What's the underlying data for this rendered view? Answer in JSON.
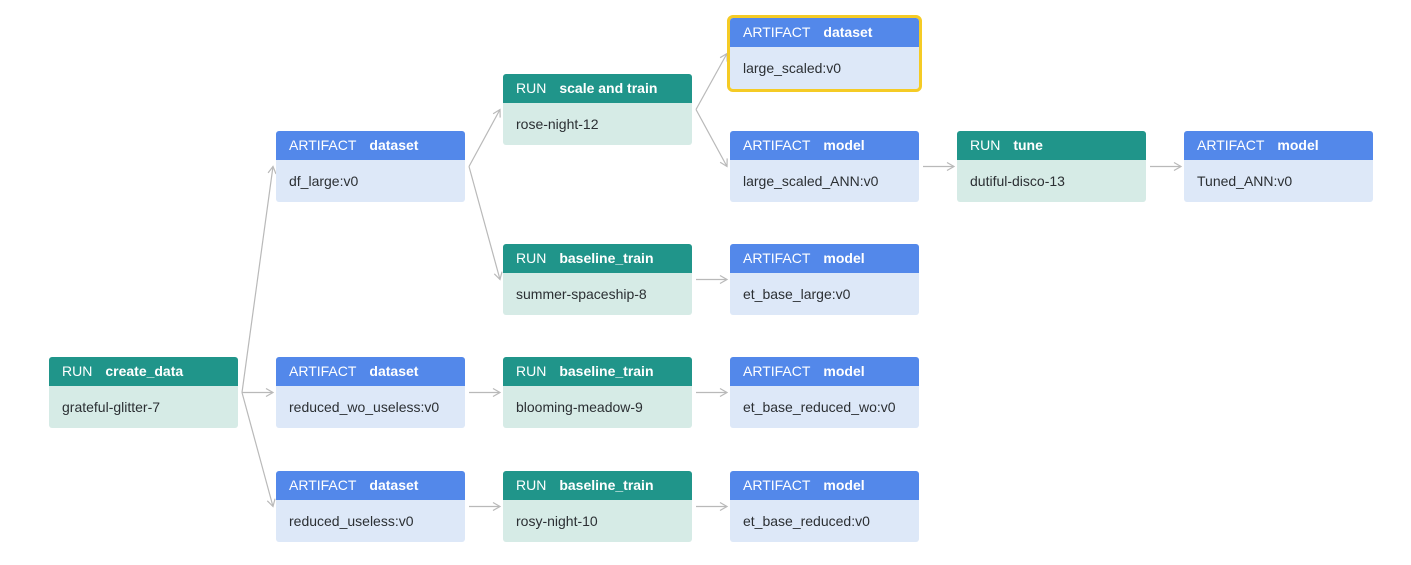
{
  "colors": {
    "run_header": "#20958a",
    "run_body": "#d6ebe6",
    "artifact_header": "#5388ea",
    "artifact_body": "#dde8f8",
    "selected_outline": "#f5cb25",
    "edge": "#b9b9b9"
  },
  "nodes": [
    {
      "id": "n0",
      "kind": "RUN",
      "job": "create_data",
      "name": "grateful-glitter-7",
      "selected": false
    },
    {
      "id": "n1",
      "kind": "ARTIFACT",
      "job": "dataset",
      "name": "df_large:v0",
      "selected": false
    },
    {
      "id": "n2",
      "kind": "ARTIFACT",
      "job": "dataset",
      "name": "reduced_wo_useless:v0",
      "selected": false
    },
    {
      "id": "n3",
      "kind": "ARTIFACT",
      "job": "dataset",
      "name": "reduced_useless:v0",
      "selected": false
    },
    {
      "id": "n4",
      "kind": "RUN",
      "job": "scale and train",
      "name": "rose-night-12",
      "selected": false
    },
    {
      "id": "n5",
      "kind": "RUN",
      "job": "baseline_train",
      "name": "summer-spaceship-8",
      "selected": false
    },
    {
      "id": "n6",
      "kind": "RUN",
      "job": "baseline_train",
      "name": "blooming-meadow-9",
      "selected": false
    },
    {
      "id": "n7",
      "kind": "RUN",
      "job": "baseline_train",
      "name": "rosy-night-10",
      "selected": false
    },
    {
      "id": "n8",
      "kind": "ARTIFACT",
      "job": "dataset",
      "name": "large_scaled:v0",
      "selected": true
    },
    {
      "id": "n9",
      "kind": "ARTIFACT",
      "job": "model",
      "name": "large_scaled_ANN:v0",
      "selected": false
    },
    {
      "id": "n10",
      "kind": "ARTIFACT",
      "job": "model",
      "name": "et_base_large:v0",
      "selected": false
    },
    {
      "id": "n11",
      "kind": "ARTIFACT",
      "job": "model",
      "name": "et_base_reduced_wo:v0",
      "selected": false
    },
    {
      "id": "n12",
      "kind": "ARTIFACT",
      "job": "model",
      "name": "et_base_reduced:v0",
      "selected": false
    },
    {
      "id": "n13",
      "kind": "RUN",
      "job": "tune",
      "name": "dutiful-disco-13",
      "selected": false
    },
    {
      "id": "n14",
      "kind": "ARTIFACT",
      "job": "model",
      "name": "Tuned_ANN:v0",
      "selected": false
    }
  ],
  "edges": [
    {
      "from": "n0",
      "to": "n1"
    },
    {
      "from": "n0",
      "to": "n2"
    },
    {
      "from": "n0",
      "to": "n3"
    },
    {
      "from": "n1",
      "to": "n4"
    },
    {
      "from": "n1",
      "to": "n5"
    },
    {
      "from": "n2",
      "to": "n6"
    },
    {
      "from": "n3",
      "to": "n7"
    },
    {
      "from": "n4",
      "to": "n8"
    },
    {
      "from": "n4",
      "to": "n9"
    },
    {
      "from": "n5",
      "to": "n10"
    },
    {
      "from": "n6",
      "to": "n11"
    },
    {
      "from": "n7",
      "to": "n12"
    },
    {
      "from": "n9",
      "to": "n13"
    },
    {
      "from": "n13",
      "to": "n14"
    }
  ]
}
